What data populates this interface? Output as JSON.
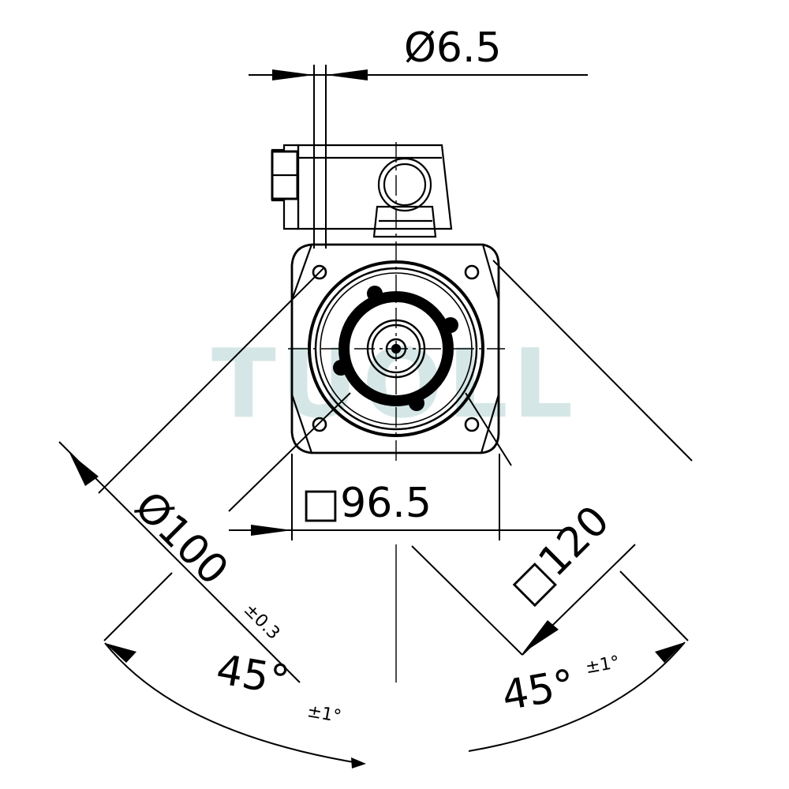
{
  "watermark": "TUOLL",
  "dimensions": {
    "hole_diameter": "Ø6.5",
    "square_flange": "□96.5",
    "pilot_diameter": "Ø100",
    "pilot_tolerance": "±0.3",
    "diagonal_square": "□120",
    "angle_left": "45°",
    "angle_left_tol": "±1°",
    "angle_right": "45°",
    "angle_right_tol": "±1°"
  }
}
